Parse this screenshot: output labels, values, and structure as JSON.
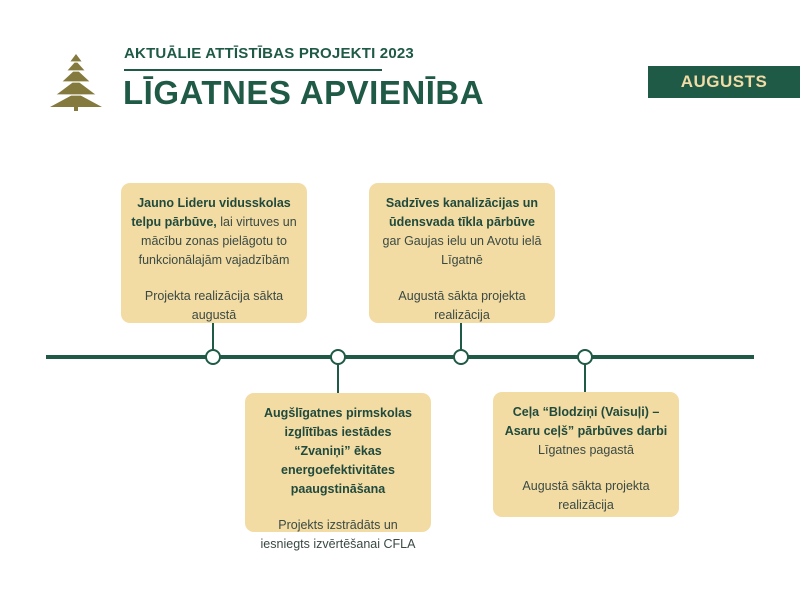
{
  "header": {
    "supertitle": "AKTUĀLIE ATTĪSTĪBAS PROJEKTI 2023",
    "title": "LĪGATNES APVIENĪBA",
    "month_badge": "AUGUSTS"
  },
  "colors": {
    "primary_green": "#1f5a46",
    "card_beige": "#f3dba4",
    "tree_olive": "#857a3e"
  },
  "projects": [
    {
      "title": "Jauno Lideru vidusskolas telpu pārbūve,",
      "description": " lai virtuves un mācību zonas pielāgotu to funkcionālajām vajadzībām",
      "status": "Projekta realizācija sākta augustā"
    },
    {
      "title": "Augšlīgatnes pirmskolas izglītības iestādes “Zvaniņi” ēkas energoefektivitātes paaugstināšana",
      "description": "",
      "status": "Projekts izstrādāts un iesniegts izvērtēšanai CFLA"
    },
    {
      "title": "Sadzīves kanalizācijas un ūdensvada tīkla pārbūve",
      "description": " gar Gaujas ielu un Avotu ielā Līgatnē",
      "status": "Augustā sākta projekta realizācija"
    },
    {
      "title": "Ceļa “Blodziņi (Vaisuļi) – Asaru ceļš” pārbūves darbi",
      "description": "Līgatnes pagastā",
      "status": "Augustā sākta projekta realizācija"
    }
  ]
}
